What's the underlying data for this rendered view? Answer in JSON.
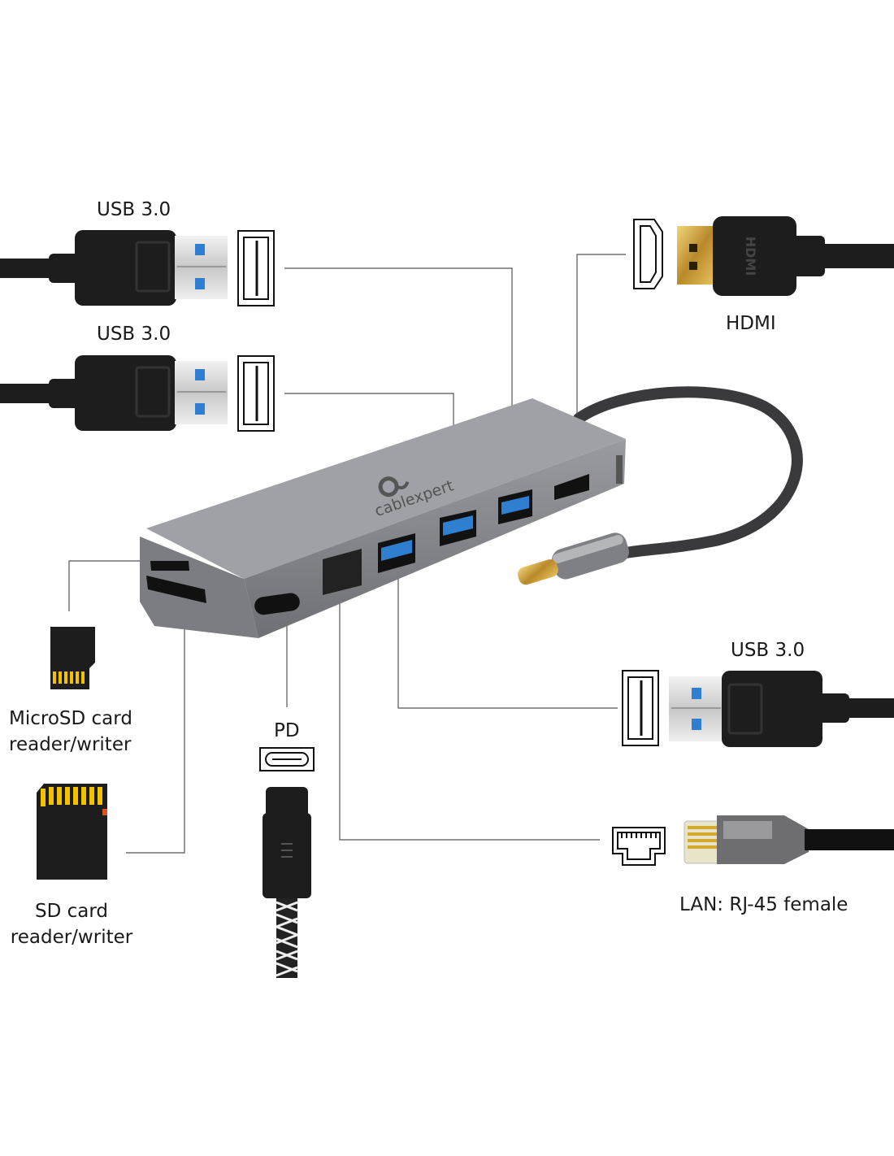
{
  "labels": {
    "usb_top_left": "USB 3.0",
    "usb_mid_left": "USB 3.0",
    "hdmi": "HDMI",
    "usb_right": "USB 3.0",
    "microsd": [
      "MicroSD card",
      "reader/writer"
    ],
    "sd": [
      "SD card",
      "reader/writer"
    ],
    "pd": "PD",
    "lan": "LAN: RJ-45 female"
  },
  "brand": "cablexpert",
  "hdmi_plug_text": "HDMI",
  "colors": {
    "hub": "#8a8b90",
    "hub_top": "#9c9da2",
    "usb_blue": "#2f7fd0",
    "plug_black": "#1d1d1d",
    "gold": "#c9a23a",
    "leader_line": "#555555"
  }
}
